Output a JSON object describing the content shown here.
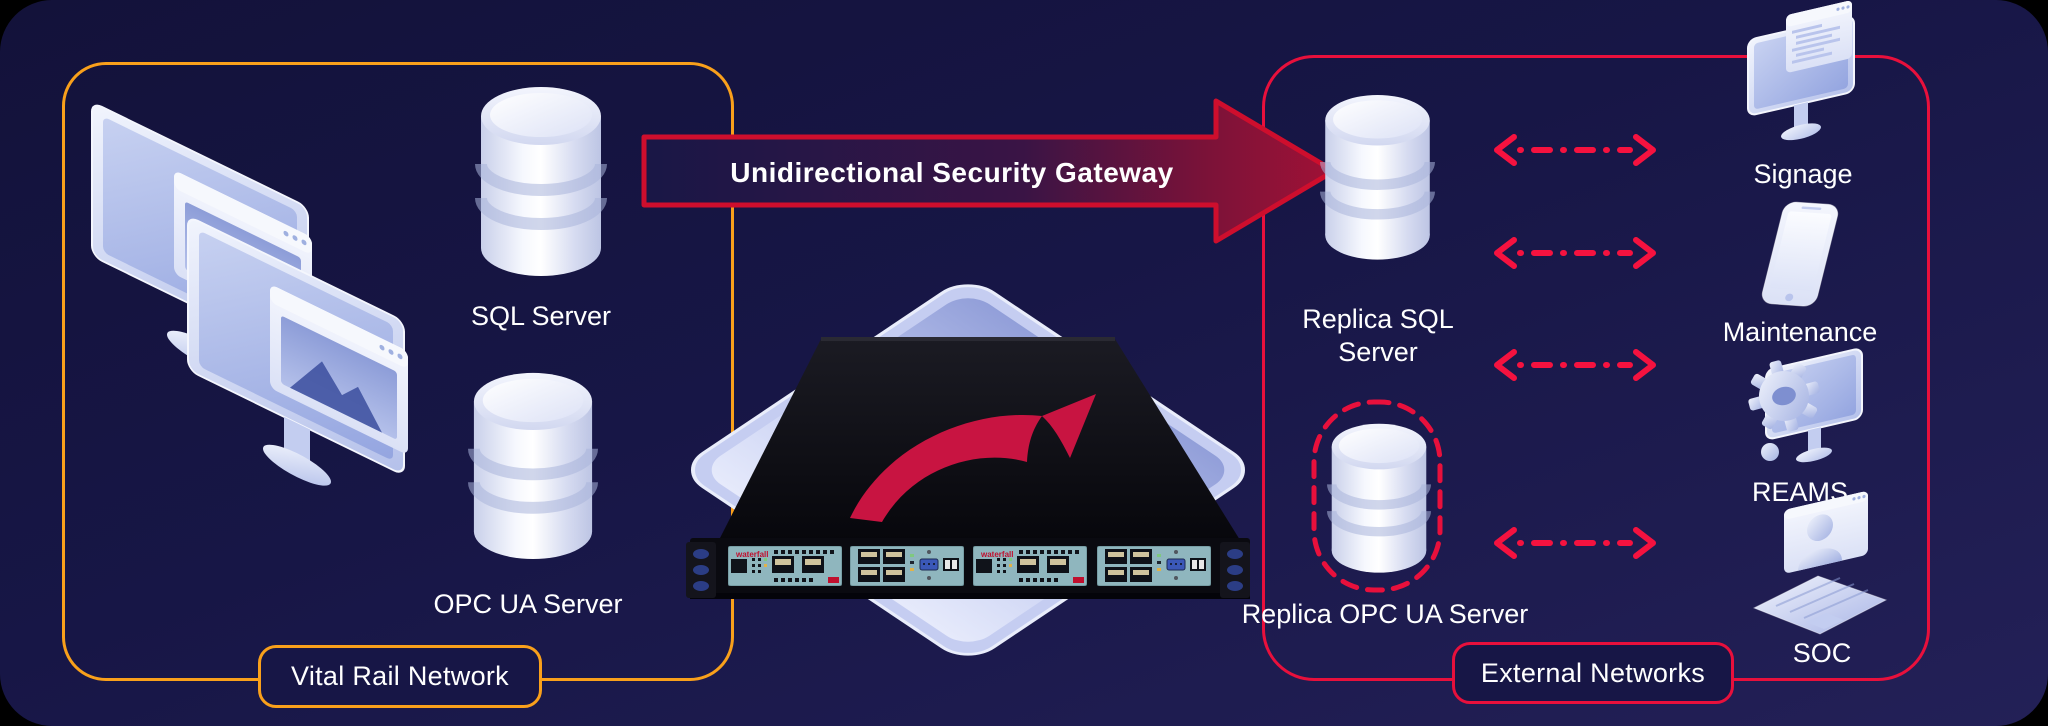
{
  "banner": {
    "label": "Unidirectional Security Gateway"
  },
  "vital_zone": {
    "label": "Vital Rail Network",
    "workstations_icon": "workstation-monitors",
    "sql_server_label": "SQL Server",
    "opc_server_label": "OPC UA Server"
  },
  "device": {
    "name": "waterfall-unidirectional-gateway-appliance",
    "brand": "waterfall"
  },
  "external_zone": {
    "label": "External Networks",
    "replica_sql_label": "Replica SQL Server",
    "replica_opc_label": "Replica OPC UA Server",
    "endpoints": [
      {
        "label": "Signage",
        "icon": "signage-monitor-icon"
      },
      {
        "label": "Maintenance",
        "icon": "maintenance-phone-icon"
      },
      {
        "label": "REAMS",
        "icon": "reams-gear-monitor-icon"
      },
      {
        "label": "SOC",
        "icon": "soc-laptop-icon"
      }
    ]
  },
  "colors": {
    "background": "#171646",
    "vital_border": "#F9A01B",
    "external_border": "#E8103C",
    "dashed_arrow": "#F5123F",
    "banner_stroke": "#CE0E2D",
    "device_logo": "#C81441",
    "text": "#FFFFFF"
  }
}
